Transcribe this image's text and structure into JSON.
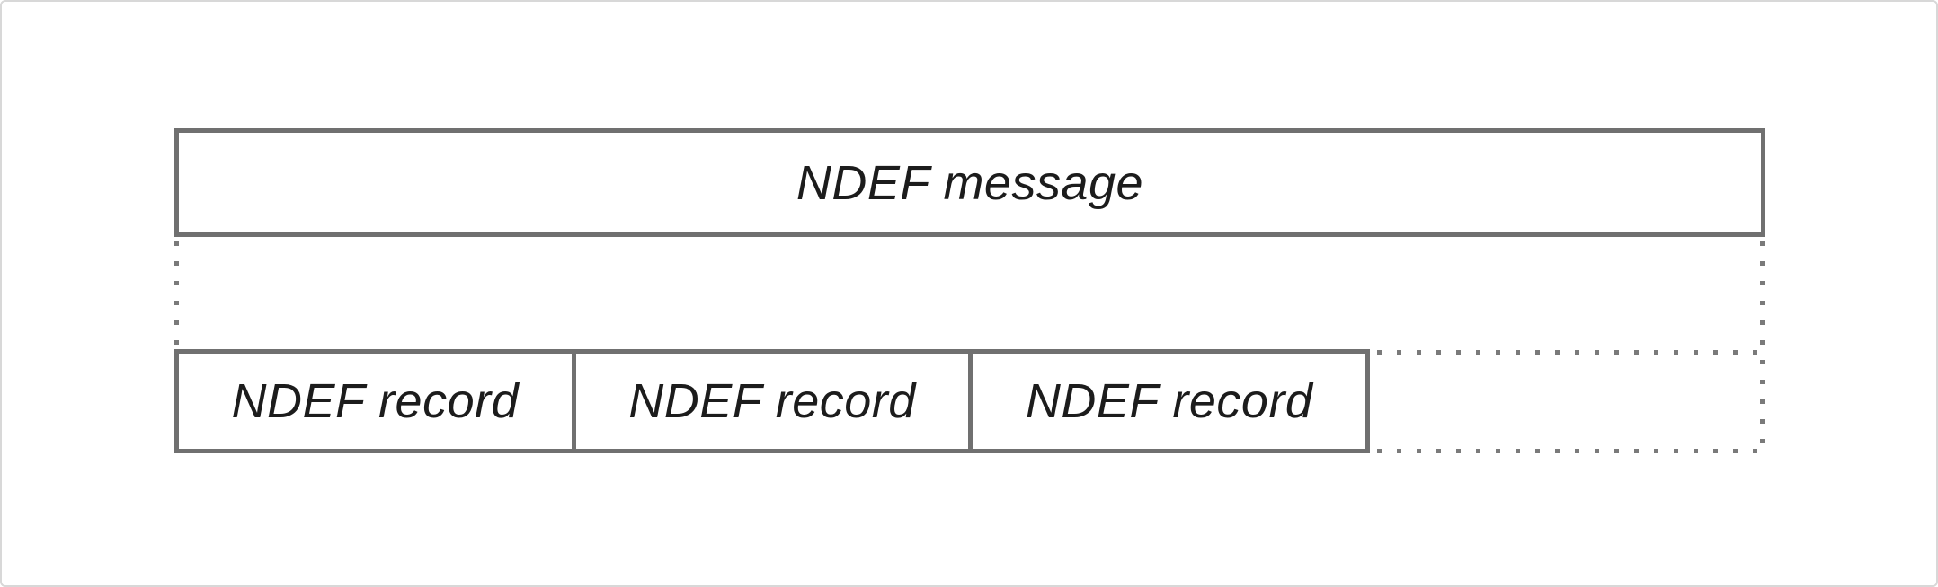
{
  "diagram": {
    "message_box": {
      "label": "NDEF message"
    },
    "records": [
      {
        "label": "NDEF record"
      },
      {
        "label": "NDEF record"
      },
      {
        "label": "NDEF record"
      }
    ],
    "continuation": {
      "style": "dotted",
      "meaning": "more-records-ellipsis"
    },
    "colors": {
      "box_border": "#707070",
      "dotted_stroke": "#7a7a7a",
      "text": "#1c1c1c",
      "canvas_border": "#d8d8d8",
      "background": "#ffffff"
    }
  }
}
